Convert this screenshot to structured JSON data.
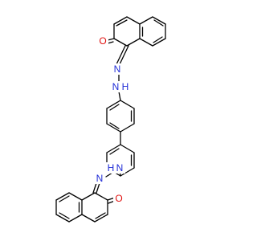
{
  "molecule": {
    "atoms": {
      "o_top": "O",
      "n1_top": "N",
      "n2_top": "N",
      "h_n2_top": "H",
      "n1_bottom": "N",
      "h_n1_bottom": "H",
      "n2_bottom": "N",
      "o_bottom": "O"
    },
    "colors": {
      "bond": "#000000",
      "nitrogen": "#1f2bd6",
      "oxygen": "#e0100f",
      "background": "#ffffff"
    }
  }
}
